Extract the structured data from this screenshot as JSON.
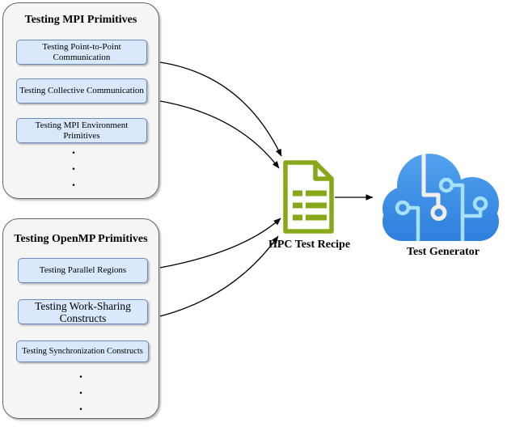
{
  "mpi": {
    "title": "Testing MPI Primitives",
    "items": [
      "Testing Point-to-Point Communication",
      "Testing Collective Communication",
      "Testing MPI Environment Primitives"
    ]
  },
  "openmp": {
    "title": "Testing OpenMP Primitives",
    "items": [
      "Testing Parallel Regions",
      "Testing Work-Sharing Constructs",
      "Testing Synchronization Constructs"
    ]
  },
  "dot": ".",
  "recipe": {
    "label": "HPC Test Recipe",
    "icon": "document-list-icon"
  },
  "generator": {
    "label": "Test Generator",
    "icon": "cloud-circuit-icon"
  },
  "colors": {
    "node_fill": "#dae8fc",
    "node_border": "#6c8ebf",
    "group_fill": "#f5f5f5",
    "group_border": "#666666",
    "recipe_green": "#86a819",
    "cloud_top": "#51a3ee",
    "cloud_bottom": "#2e7edd",
    "circuit_light_blue": "#a6e1f9",
    "circuit_white": "#f2efea",
    "arrow": "#000000"
  }
}
